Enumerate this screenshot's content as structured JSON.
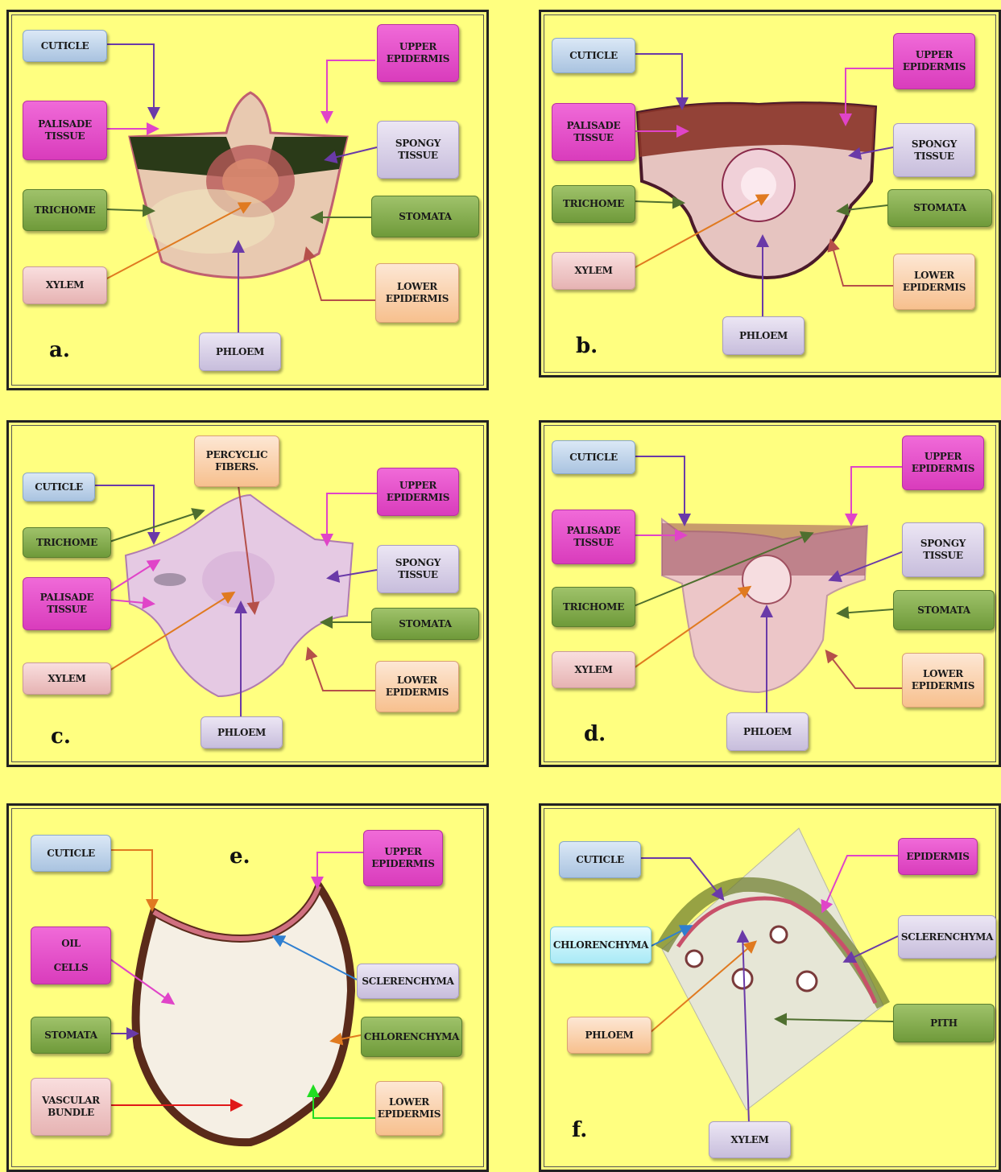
{
  "panels": {
    "a": {
      "letter": "a.",
      "labels": {
        "cuticle": "CUTICLE",
        "upper_epidermis": "UPPER\nEPIDERMIS",
        "palisade": "PALISADE\nTISSUE",
        "spongy": "SPONGY\nTISSUE",
        "trichome": "TRICHOME",
        "stomata": "STOMATA",
        "xylem": "XYLEM",
        "lower_epidermis": "LOWER\nEPIDERMIS",
        "phloem": "PHLOEM"
      }
    },
    "b": {
      "letter": "b.",
      "labels": {
        "cuticle": "CUTICLE",
        "upper_epidermis": "UPPER\nEPIDERMIS",
        "palisade": "PALISADE\nTISSUE",
        "spongy": "SPONGY\nTISSUE",
        "trichome": "TRICHOME",
        "stomata": "STOMATA",
        "xylem": "XYLEM",
        "lower_epidermis": "LOWER\nEPIDERMIS",
        "phloem": "PHLOEM"
      }
    },
    "c": {
      "letter": "c.",
      "labels": {
        "percyclic": "PERCYCLIC\nFIBERS.",
        "cuticle": "CUTICLE",
        "upper_epidermis": "UPPER\nEPIDERMIS",
        "trichome": "TRICHOME",
        "spongy": "SPONGY\nTISSUE",
        "palisade": "PALISADE\nTISSUE",
        "stomata": "STOMATA",
        "xylem": "XYLEM",
        "lower_epidermis": "LOWER\nEPIDERMIS",
        "phloem": "PHLOEM"
      }
    },
    "d": {
      "letter": "d.",
      "labels": {
        "cuticle": "CUTICLE",
        "upper_epidermis": "UPPER\nEPIDERMIS",
        "palisade": "PALISADE\nTISSUE",
        "spongy": "SPONGY\nTISSUE",
        "trichome": "TRICHOME",
        "stomata": "STOMATA",
        "xylem": "XYLEM",
        "lower_epidermis": "LOWER\nEPIDERMIS",
        "phloem": "PHLOEM"
      }
    },
    "e": {
      "letter": "e.",
      "labels": {
        "cuticle": "CUTICLE",
        "upper_epidermis": "UPPER\nEPIDERMIS",
        "oil_cells": "OIL\n\nCELLS",
        "sclerenchyma": "SCLERENCHYMA",
        "stomata": "STOMATA",
        "chlorenchyma": "CHLORENCHYMA",
        "vascular": "VASCULAR\nBUNDLE",
        "lower_epidermis": "LOWER\nEPIDERMIS"
      }
    },
    "f": {
      "letter": "f.",
      "labels": {
        "cuticle": "CUTICLE",
        "epidermis": "EPIDERMIS",
        "chlorenchyma": "CHLORENCHYMA",
        "sclerenchyma": "SCLERENCHYMA",
        "phloem": "PHLOEM",
        "pith": "PITH",
        "xylem": "XYLEM"
      }
    }
  },
  "colors": {
    "background": "#FFFF80",
    "arrow_purple": "#6a3aa8",
    "arrow_pink": "#e044c8",
    "arrow_green": "#4f6f2f",
    "arrow_orange": "#e07a20",
    "arrow_brown": "#b5504a",
    "arrow_blue": "#2f7fd0",
    "arrow_red": "#e01818",
    "arrow_lime": "#22dd22"
  }
}
